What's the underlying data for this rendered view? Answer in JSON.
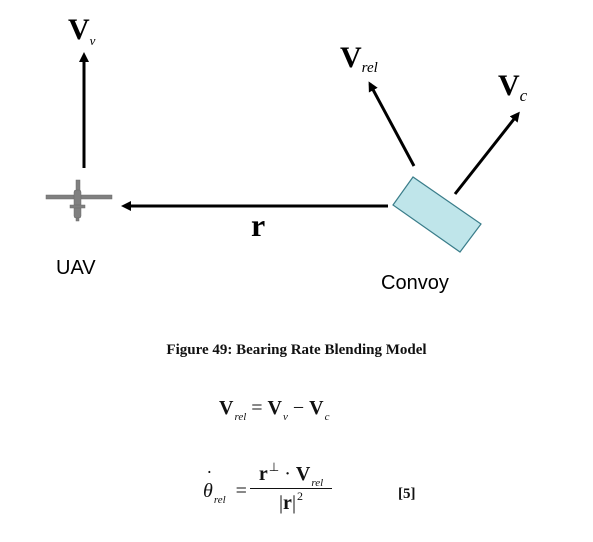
{
  "diagram": {
    "labels": {
      "vv_main": "V",
      "vv_sub": "v",
      "vrel_main": "V",
      "vrel_sub": "rel",
      "vc_main": "V",
      "vc_sub": "c",
      "r": "r",
      "uav": "UAV",
      "convoy": "Convoy"
    },
    "colors": {
      "convoy_fill": "#bfe5ea",
      "convoy_stroke": "#3a7d8a",
      "arrow": "#000000",
      "uav": "#808080"
    }
  },
  "caption": "Figure 49: Bearing Rate Blending Model",
  "equations": {
    "eq1": {
      "lhs_main": "V",
      "lhs_sub": "rel",
      "equals": "=",
      "term1_main": "V",
      "term1_sub": "v",
      "minus": "−",
      "term2_main": "V",
      "term2_sub": "c"
    },
    "eq2": {
      "lhs_symbol": "θ",
      "lhs_sub": "rel",
      "equals": "=",
      "num_r": "r",
      "num_perp": "⊥",
      "num_dot": "·",
      "num_v": "V",
      "num_v_sub": "rel",
      "den_bar_left": "|",
      "den_r": "r",
      "den_bar_right": "|",
      "den_sup": "2",
      "number": "[5]"
    }
  }
}
